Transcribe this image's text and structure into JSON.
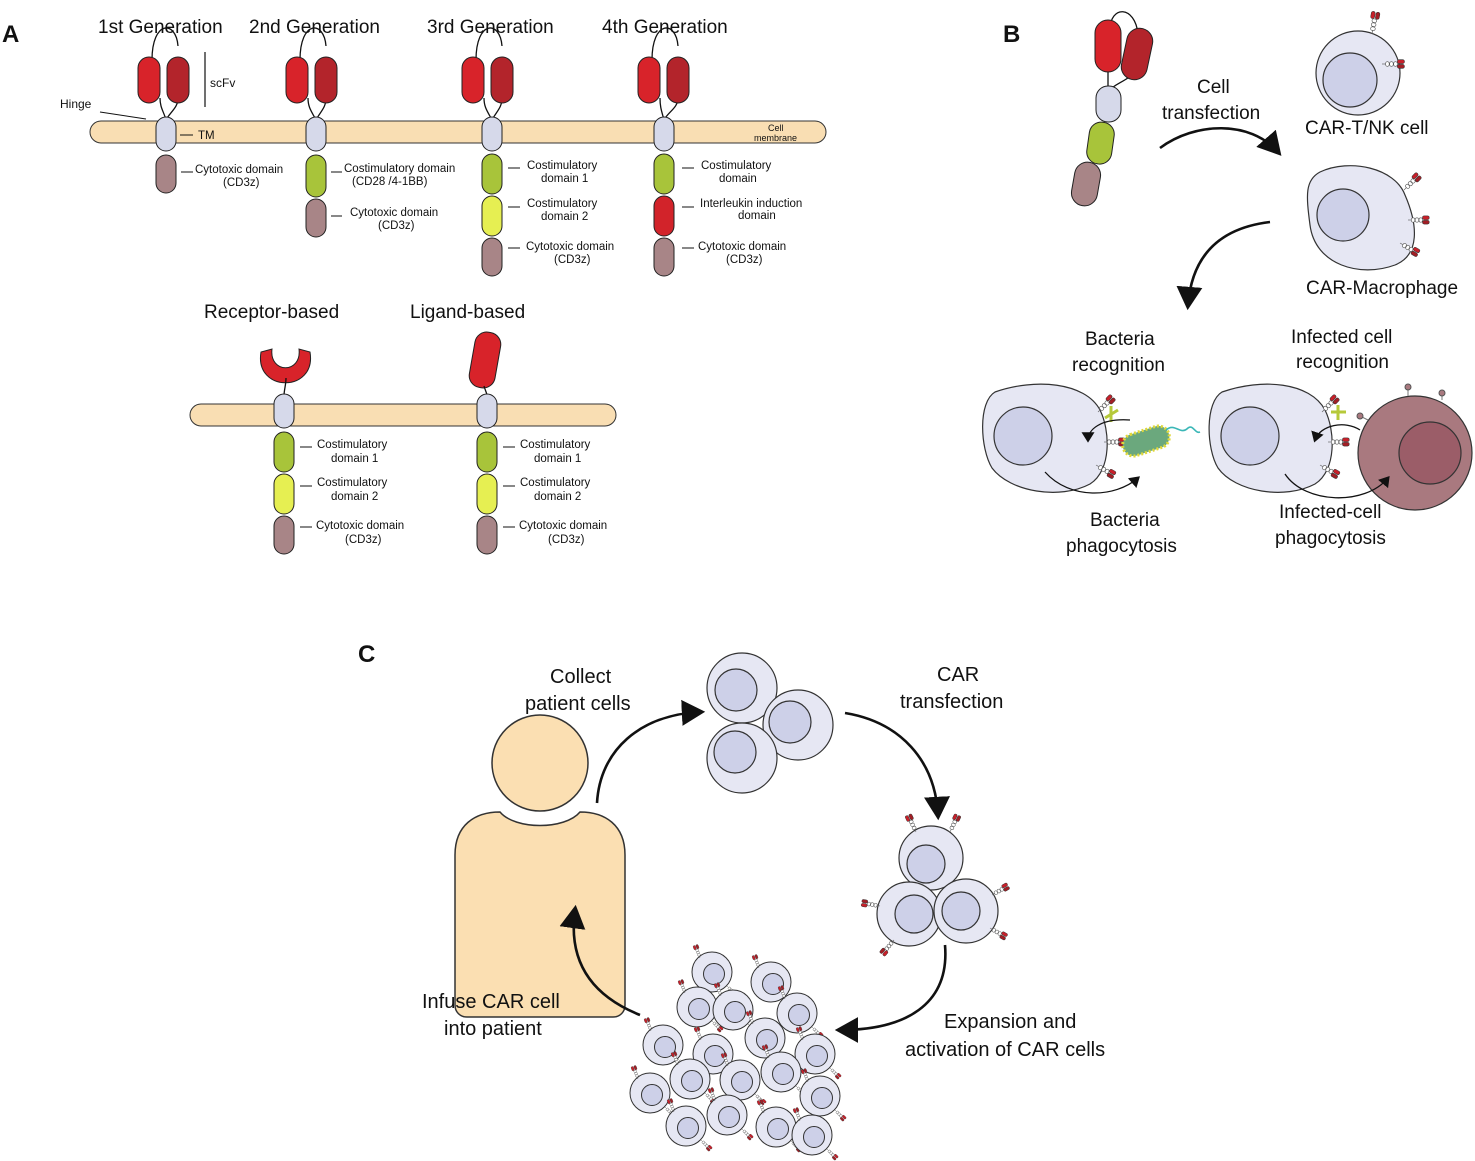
{
  "panels": {
    "a": "A",
    "b": "B",
    "c": "C"
  },
  "colors": {
    "membrane": "#f9deb3",
    "scfv_light": "#d8232a",
    "scfv_dark": "#b3242b",
    "tm": "#d6d9ea",
    "cytotoxic": "#a88587",
    "costim1": "#a8c43a",
    "costim2": "#e6ef52",
    "interleukin": "#d2232a",
    "cell": "#e6e7f3",
    "nucleus": "#cdd0e8",
    "infected_cell": "#a9797f",
    "infected_nucleus": "#9b5d68",
    "bacterium": "#6ba87d",
    "plus": "#b6c93a",
    "person": "#fbdfb2"
  },
  "panel_a": {
    "generations": [
      "1st Generation",
      "2nd Generation",
      "3rd Generation",
      "4th Generation"
    ],
    "scfv_label": "scFv",
    "hinge_label": "Hinge",
    "tm_label": "TM",
    "membrane_label": [
      "Cell",
      "membrane"
    ],
    "gen1_labels": {
      "l1": "Cytotoxic domain",
      "l2": "(CD3z)"
    },
    "gen2_labels": {
      "c1": "Costimulatory domain",
      "c2": "(CD28 /4-1BB)",
      "d1": "Cytotoxic domain",
      "d2": "(CD3z)"
    },
    "gen3_labels": {
      "a1": "Costimulatory",
      "a2": "domain 1",
      "b1": "Costimulatory",
      "b2": "domain 2",
      "d1": "Cytotoxic domain",
      "d2": "(CD3z)"
    },
    "gen4_labels": {
      "a1": "Costimulatory",
      "a2": "domain",
      "b1": "Interleukin induction",
      "b2": "domain",
      "d1": "Cytotoxic domain",
      "d2": "(CD3z)"
    },
    "receptor_based": "Receptor-based",
    "ligand_based": "Ligand-based",
    "rl_labels": {
      "a1": "Costimulatory",
      "a2": "domain 1",
      "b1": "Costimulatory",
      "b2": "domain 2",
      "d1": "Cytotoxic domain",
      "d2": "(CD3z)"
    }
  },
  "panel_b": {
    "cell_transfection": [
      "Cell",
      "transfection"
    ],
    "car_t_nk": "CAR-T/NK cell",
    "car_macrophage": "CAR-Macrophage",
    "bacteria_recognition": [
      "Bacteria",
      "recognition"
    ],
    "infected_recognition": [
      "Infected cell",
      "recognition"
    ],
    "bacteria_phagocytosis": [
      "Bacteria",
      "phagocytosis"
    ],
    "infected_phagocytosis": [
      "Infected-cell",
      "phagocytosis"
    ]
  },
  "panel_c": {
    "collect": [
      "Collect",
      "patient cells"
    ],
    "car_transfection": [
      "CAR",
      "transfection"
    ],
    "expansion": [
      "Expansion and",
      "activation of CAR cells"
    ],
    "infuse": [
      "Infuse CAR cell",
      "into patient"
    ]
  }
}
